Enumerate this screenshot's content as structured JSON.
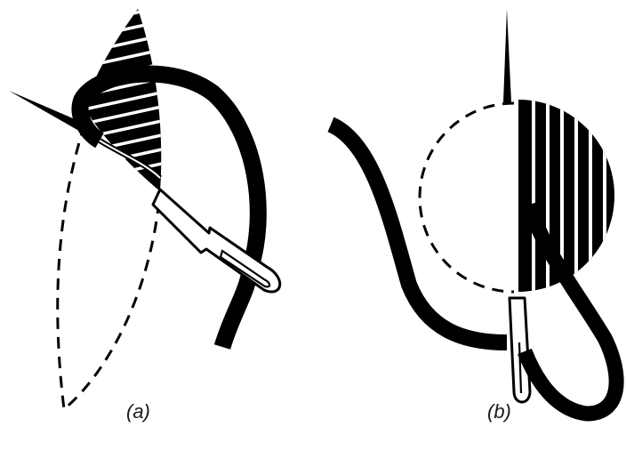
{
  "figure": {
    "panels": [
      {
        "caption": "(a)",
        "subject": "satin-stitch-leaf"
      },
      {
        "caption": "(b)",
        "subject": "satin-stitch-circle"
      }
    ],
    "colors": {
      "ink": "#000000",
      "paper": "#ffffff"
    }
  }
}
